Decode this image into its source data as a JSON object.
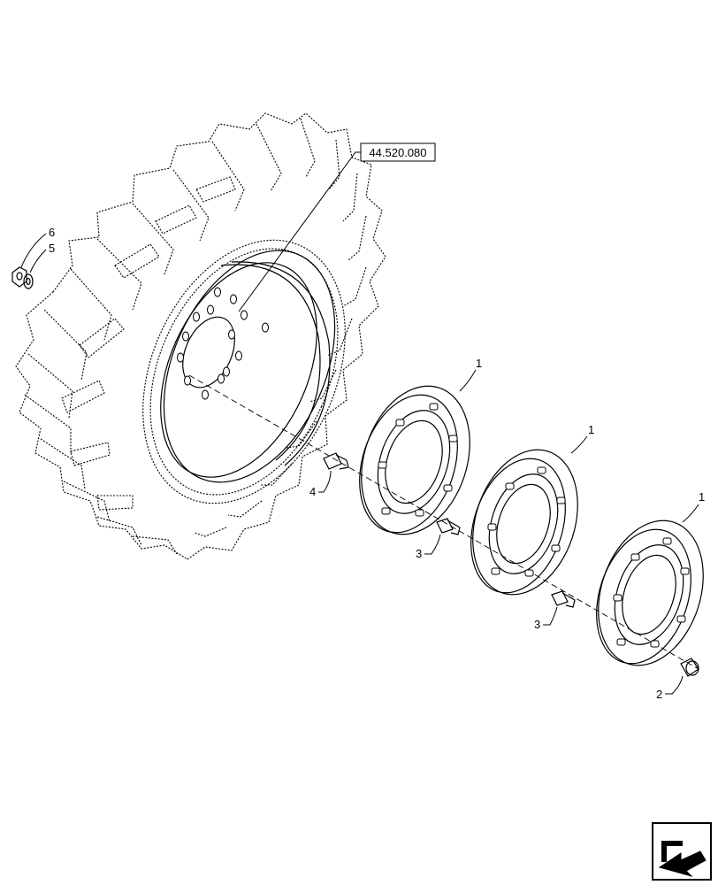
{
  "reference": {
    "label": "44.520.080"
  },
  "callouts": [
    {
      "id": "weight-1a",
      "label": "1"
    },
    {
      "id": "weight-1b",
      "label": "1"
    },
    {
      "id": "weight-1c",
      "label": "1"
    },
    {
      "id": "bolt",
      "label": "2"
    },
    {
      "id": "stud-a",
      "label": "3"
    },
    {
      "id": "stud-b",
      "label": "3"
    },
    {
      "id": "stud-c",
      "label": "4"
    },
    {
      "id": "washer",
      "label": "5"
    },
    {
      "id": "nut",
      "label": "6"
    }
  ],
  "icons": {
    "corner": "arrow-icon"
  }
}
